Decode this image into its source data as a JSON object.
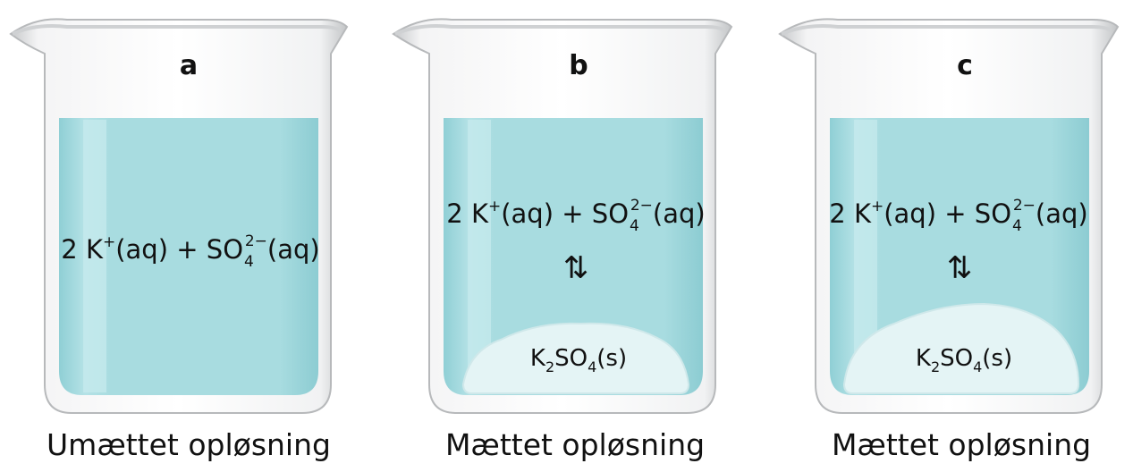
{
  "beakers": [
    {
      "letter": "a",
      "equation": {
        "coef": "2",
        "cation": "K",
        "cation_charge": "+",
        "cation_state": "(aq)",
        "plus": "+",
        "anion": "SO",
        "anion_sub": "4",
        "anion_charge": "2−",
        "anion_state": "(aq)"
      },
      "has_solid": false,
      "caption": "Umættet opløsning"
    },
    {
      "letter": "b",
      "equation": {
        "coef": "2",
        "cation": "K",
        "cation_charge": "+",
        "cation_state": "(aq)",
        "plus": "+",
        "anion": "SO",
        "anion_sub": "4",
        "anion_charge": "2−",
        "anion_state": "(aq)"
      },
      "equilibrium_symbol": "⇅",
      "has_solid": true,
      "solid": {
        "k": "K",
        "k_sub": "2",
        "so": "SO",
        "so_sub": "4",
        "state": "(s)"
      },
      "caption": "Mættet opløsning"
    },
    {
      "letter": "c",
      "equation": {
        "coef": "2",
        "cation": "K",
        "cation_charge": "+",
        "cation_state": "(aq)",
        "plus": "+",
        "anion": "SO",
        "anion_sub": "4",
        "anion_charge": "2−",
        "anion_state": "(aq)"
      },
      "equilibrium_symbol": "⇅",
      "has_solid": true,
      "solid": {
        "k": "K",
        "k_sub": "2",
        "so": "SO",
        "so_sub": "4",
        "state": "(s)"
      },
      "caption": "Mættet opløsning"
    }
  ],
  "colors": {
    "solution": "#a8dce0",
    "solution_dark": "#8fcfd4",
    "glass": "#d9dadb",
    "glass_edge": "#b9bbbd",
    "crystal": "#e8f6f7"
  }
}
